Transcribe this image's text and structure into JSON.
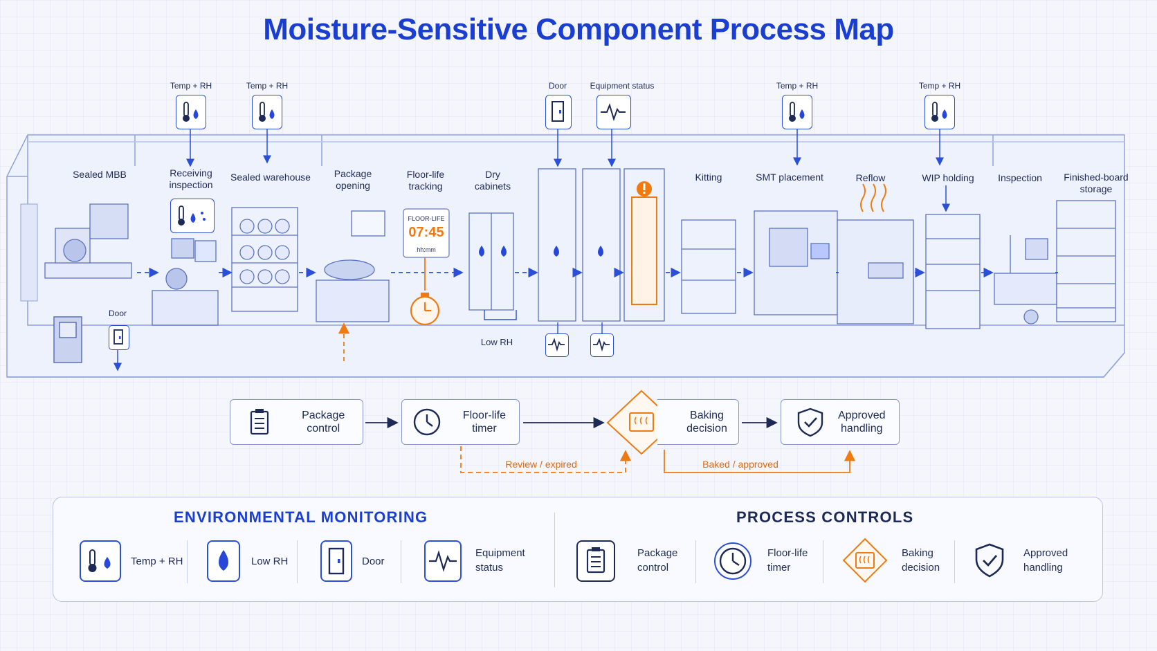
{
  "title": "Moisture-Sensitive Component Process Map",
  "stations": [
    {
      "id": "sealed-mbb",
      "label": "Sealed MBB"
    },
    {
      "id": "receiving-inspection",
      "label": "Receiving\ninspection"
    },
    {
      "id": "sealed-warehouse",
      "label": "Sealed warehouse"
    },
    {
      "id": "package-opening",
      "label": "Package\nopening"
    },
    {
      "id": "floor-life-tracking",
      "label": "Floor-life\ntracking"
    },
    {
      "id": "dry-cabinets",
      "label": "Dry\ncabinets"
    },
    {
      "id": "kitting",
      "label": "Kitting"
    },
    {
      "id": "smt-placement",
      "label": "SMT placement"
    },
    {
      "id": "reflow",
      "label": "Reflow"
    },
    {
      "id": "wip-holding",
      "label": "WIP holding"
    },
    {
      "id": "inspection",
      "label": "Inspection"
    },
    {
      "id": "finished-board-storage",
      "label": "Finished-board\nstorage"
    }
  ],
  "sensor_labels": {
    "temp_rh_1": "Temp + RH",
    "temp_rh_2": "Temp + RH",
    "door_top": "Door",
    "equipment_status_top": "Equipment status",
    "temp_rh_3": "Temp + RH",
    "temp_rh_4": "Temp + RH",
    "door_bottom": "Door",
    "low_rh": "Low RH"
  },
  "timer_display": {
    "header": "FLOOR-LIFE",
    "time": "07:45",
    "unit": "hh:mm"
  },
  "flow": {
    "steps": [
      {
        "id": "package-control",
        "label": "Package control"
      },
      {
        "id": "floor-life-timer",
        "label": "Floor-life timer"
      },
      {
        "id": "baking-decision",
        "label": "Baking\ndecision"
      },
      {
        "id": "approved-handling",
        "label": "Approved\nhandling"
      }
    ],
    "review_label": "Review / expired",
    "baked_label": "Baked / approved"
  },
  "legend": {
    "env_title": "ENVIRONMENTAL MONITORING",
    "proc_title": "PROCESS CONTROLS",
    "env_items": [
      {
        "icon": "temp-rh-icon",
        "label": "Temp + RH"
      },
      {
        "icon": "drop-icon",
        "label": "Low RH"
      },
      {
        "icon": "door-icon",
        "label": "Door"
      },
      {
        "icon": "pulse-icon",
        "label": "Equipment\nstatus"
      }
    ],
    "proc_items": [
      {
        "icon": "clipboard-icon",
        "label": "Package\ncontrol"
      },
      {
        "icon": "clock-icon",
        "label": "Floor-life\ntimer"
      },
      {
        "icon": "oven-icon",
        "label": "Baking\ndecision"
      },
      {
        "icon": "shield-check-icon",
        "label": "Approved\nhandling"
      }
    ]
  },
  "colors": {
    "accent": "#1a3fd0",
    "orange": "#f07a10",
    "line": "#3a5cc8",
    "text": "#1d2a55"
  }
}
